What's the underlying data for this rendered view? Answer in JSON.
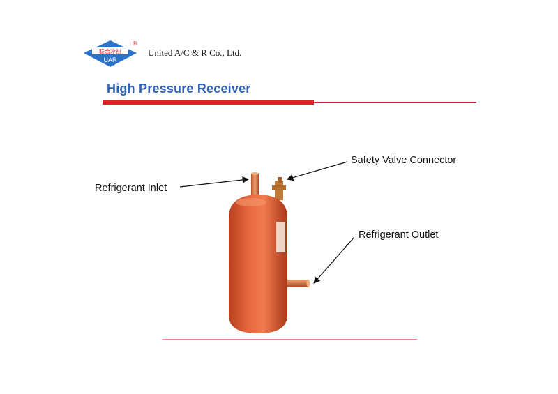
{
  "header": {
    "logo_chinese": "联合冷热",
    "logo_abbr": "UAR",
    "registered_mark": "®",
    "company": "United A/C & R Co., Ltd.",
    "title": "High Pressure Receiver"
  },
  "diagram": {
    "labels": {
      "inlet": "Refrigerant Inlet",
      "safety_valve": "Safety Valve Connector",
      "outlet": "Refrigerant Outlet"
    }
  },
  "colors": {
    "title_blue": "#2f63b6",
    "rule_red": "#d7262a",
    "tank_copper": "#e0603a",
    "logo_blue": "#2b73c9"
  }
}
